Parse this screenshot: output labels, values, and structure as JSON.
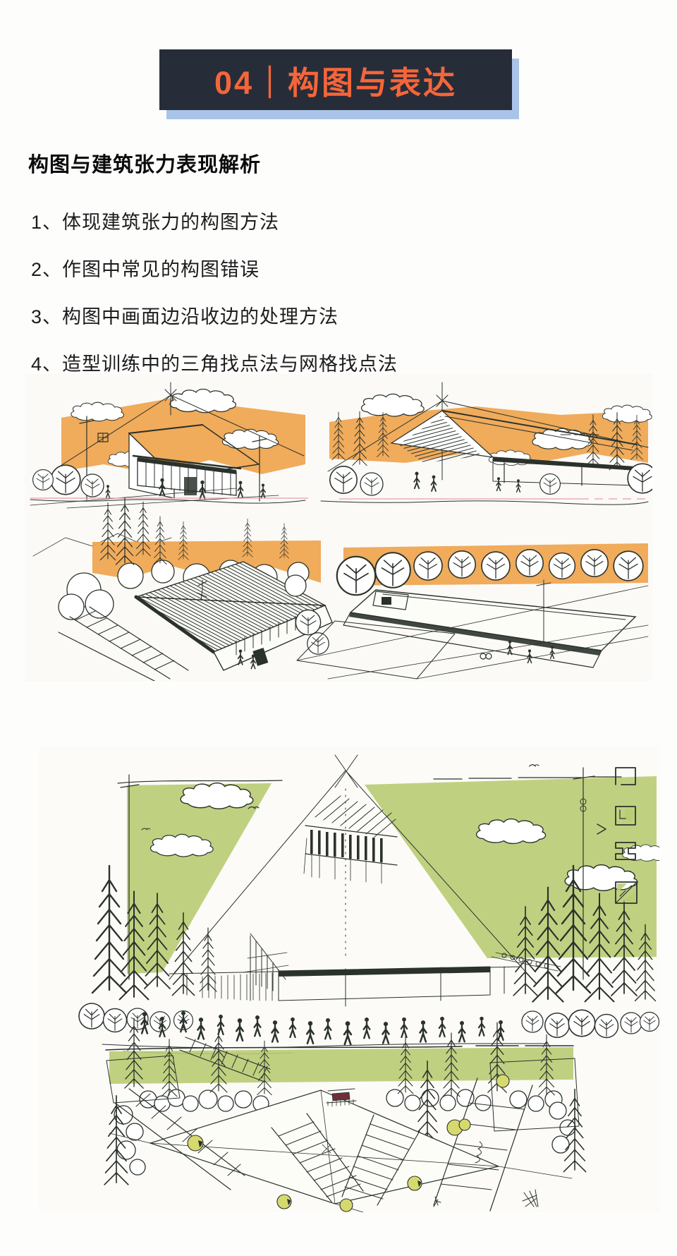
{
  "header": {
    "badge_label": "04｜构图与表达"
  },
  "section": {
    "title": "构图与建筑张力表现解析"
  },
  "list": {
    "items": [
      "1、体现建筑张力的构图方法",
      "2、作图中常见的构图错误",
      "3、构图中画面边沿收边的处理方法",
      "4、造型训练中的三角找点法与网格找点法"
    ]
  },
  "figures": {
    "orange_sketch": "hand-drawn architecture sketches with orange marker wash, eye-level and aerial gable buildings, trees, figures, pink horizon guide line",
    "green_sketch": "hand-drawn plaza pavilion sketches with green marker wash, perspective guide lines, pine trees, crowd, aerial plan with grid paths"
  },
  "palette": {
    "header_bg": "#272c39",
    "header_fg": "#f4663a",
    "header_shadow": "#a9c4e8",
    "ink": "#2b322c",
    "orange": "#efa44d",
    "green": "#b8cc72",
    "yellow": "#d6da6e",
    "pink": "#e291ad",
    "maroon": "#6e3038"
  }
}
